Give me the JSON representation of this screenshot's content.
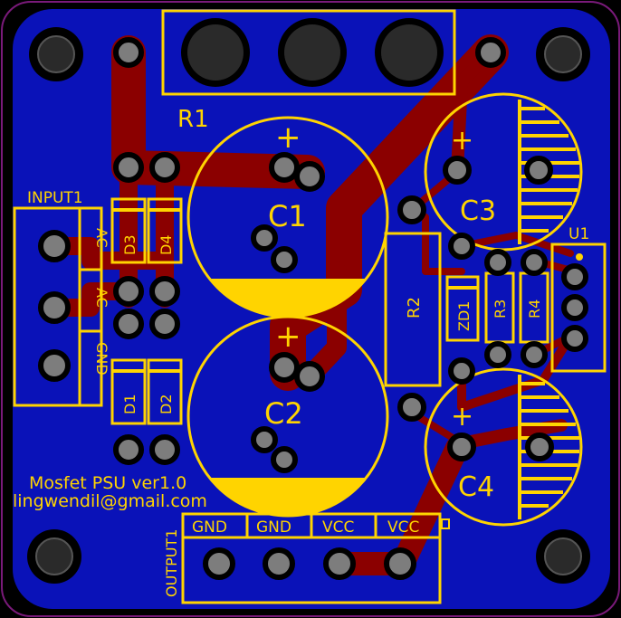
{
  "colors": {
    "background": "#000000",
    "board_outline": "#7a1a7a",
    "copper": "#0a12b8",
    "trace": "#8b0000",
    "silkscreen": "#ffd400",
    "pad": "#7d7d7d",
    "hole": "#2a2a2a"
  },
  "labels": {
    "r1": "R1",
    "c1": "C1",
    "c2": "C2",
    "c3": "C3",
    "c4": "C4",
    "c1_plus": "+",
    "c2_plus": "+",
    "c3_plus": "+",
    "c4_plus": "+",
    "input": "INPUT1",
    "output": "OUTPUT1",
    "u1": "U1",
    "d1": "D1",
    "d2": "D2",
    "d3": "D3",
    "d4": "D4",
    "r2": "R2",
    "r3": "R3",
    "r4": "R4",
    "zd1": "ZD1",
    "ac1": "AC",
    "ac2": "AC",
    "gnd_in": "GND",
    "out_gnd1": "GND",
    "out_gnd2": "GND",
    "out_vcc1": "VCC",
    "out_vcc2": "VCC",
    "title": "Mosfet PSU ver1.0",
    "email": "lingwendil@gmail.com"
  }
}
